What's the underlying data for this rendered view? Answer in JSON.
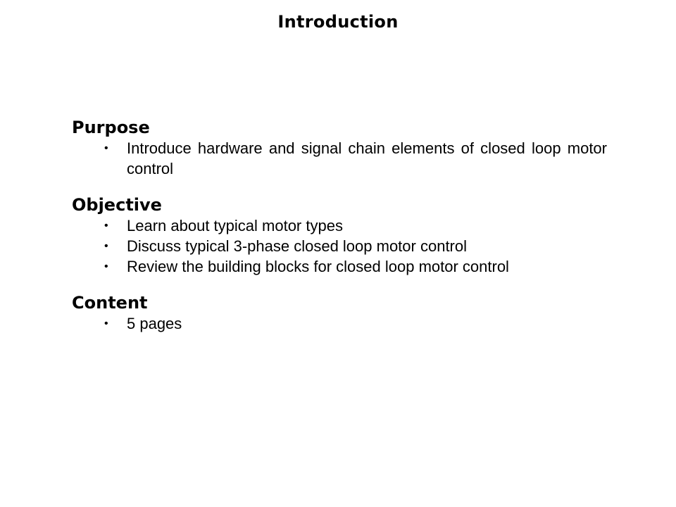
{
  "slide": {
    "title": "Introduction",
    "sections": [
      {
        "heading": "Purpose",
        "bullets": [
          "Introduce hardware and signal chain elements of closed loop motor control"
        ]
      },
      {
        "heading": "Objective",
        "bullets": [
          "Learn about typical motor types",
          "Discuss typical 3-phase closed loop motor control",
          "Review the building blocks for closed loop motor control"
        ]
      },
      {
        "heading": "Content",
        "bullets": [
          "5 pages"
        ]
      }
    ],
    "bullet_glyph": "•"
  }
}
